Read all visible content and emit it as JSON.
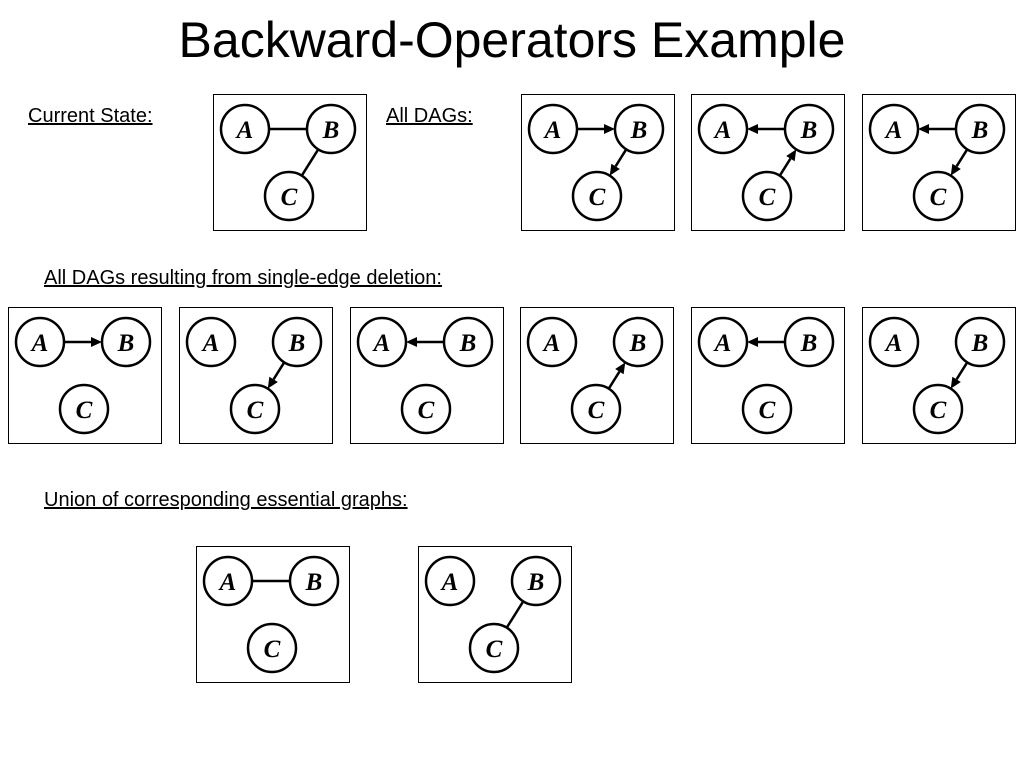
{
  "title": "Backward-Operators Example",
  "labels": {
    "current_state": "Current State:",
    "all_dags": "All DAGs:",
    "single_edge_deletion": "All DAGs resulting from single-edge deletion:",
    "union": "Union of corresponding essential graphs:"
  },
  "node_names": [
    "A",
    "B",
    "C"
  ],
  "graphs": {
    "current": {
      "edges": [
        {
          "from": "A",
          "to": "B",
          "directed": false
        },
        {
          "from": "B",
          "to": "C",
          "directed": false
        }
      ]
    },
    "dag1": {
      "edges": [
        {
          "from": "A",
          "to": "B",
          "directed": true
        },
        {
          "from": "B",
          "to": "C",
          "directed": true
        }
      ]
    },
    "dag2": {
      "edges": [
        {
          "from": "B",
          "to": "A",
          "directed": true
        },
        {
          "from": "C",
          "to": "B",
          "directed": true
        }
      ]
    },
    "dag3": {
      "edges": [
        {
          "from": "B",
          "to": "A",
          "directed": true
        },
        {
          "from": "B",
          "to": "C",
          "directed": true
        }
      ]
    },
    "del1": {
      "edges": [
        {
          "from": "A",
          "to": "B",
          "directed": true
        }
      ]
    },
    "del2": {
      "edges": [
        {
          "from": "B",
          "to": "C",
          "directed": true
        }
      ]
    },
    "del3": {
      "edges": [
        {
          "from": "B",
          "to": "A",
          "directed": true
        }
      ]
    },
    "del4": {
      "edges": [
        {
          "from": "C",
          "to": "B",
          "directed": true
        }
      ]
    },
    "del5": {
      "edges": [
        {
          "from": "B",
          "to": "A",
          "directed": true
        }
      ]
    },
    "del6": {
      "edges": [
        {
          "from": "B",
          "to": "C",
          "directed": true
        }
      ]
    },
    "union1": {
      "edges": [
        {
          "from": "A",
          "to": "B",
          "directed": false
        }
      ]
    },
    "union2": {
      "edges": [
        {
          "from": "B",
          "to": "C",
          "directed": false
        }
      ]
    }
  }
}
